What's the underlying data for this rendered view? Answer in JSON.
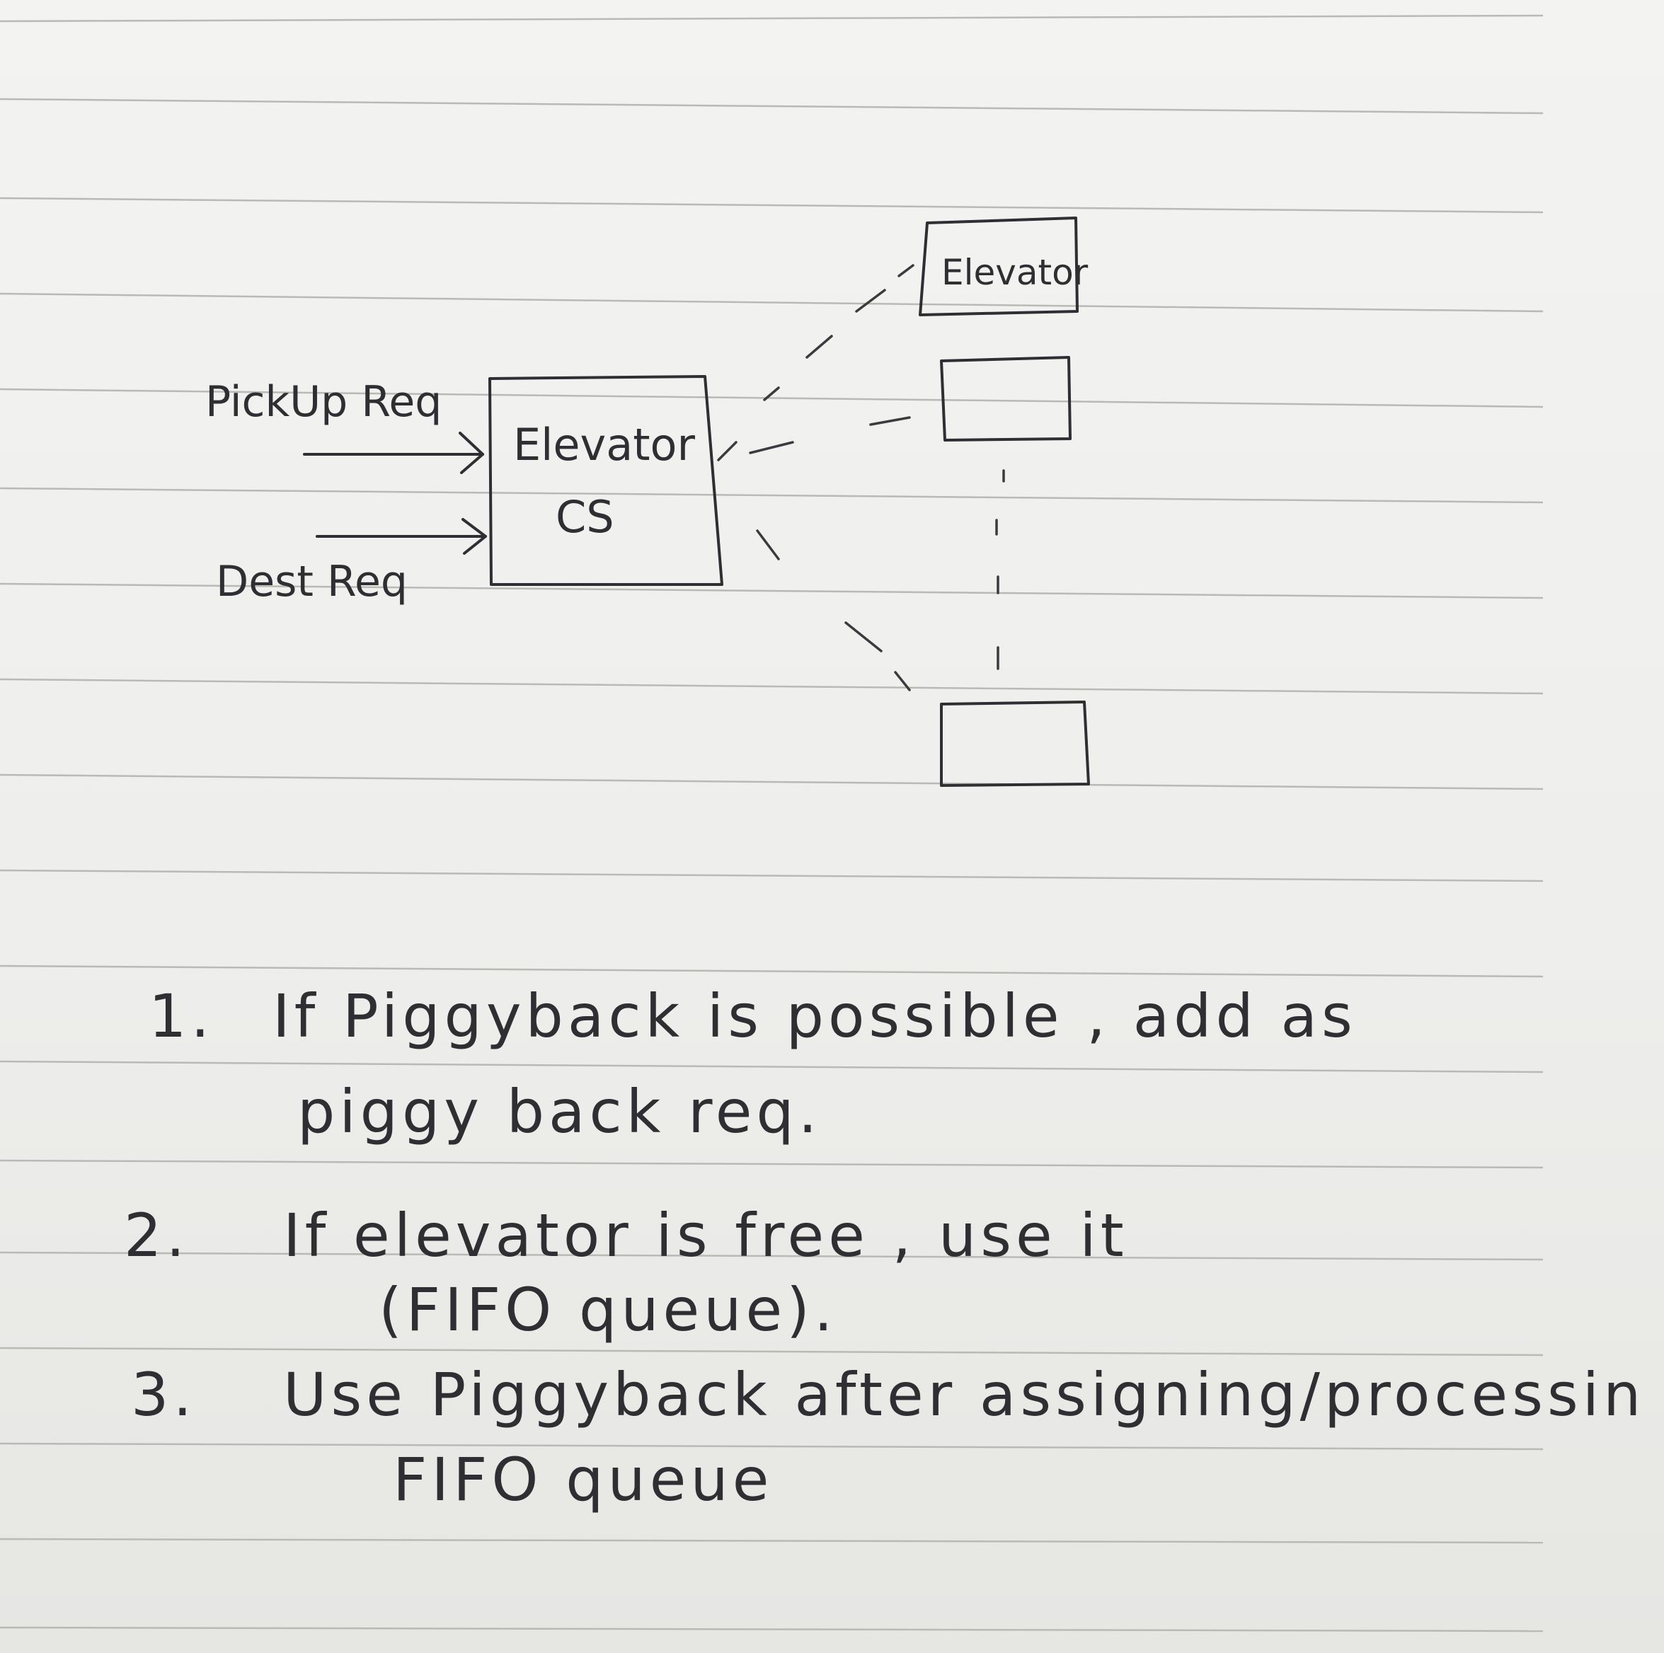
{
  "diagram": {
    "inputs": [
      {
        "label": "PickUp Req"
      },
      {
        "label": "Dest Req"
      }
    ],
    "controller": {
      "line1": "Elevator",
      "line2": "CS"
    },
    "elevators": [
      {
        "label": "Elevator"
      },
      {
        "label": ""
      },
      {
        "label": ""
      }
    ]
  },
  "notes": [
    {
      "number": "1.",
      "line1": "If Piggyback is possible , add as",
      "line2": "piggy back req."
    },
    {
      "number": "2.",
      "line1": "If elevator is free , use it",
      "line2": "(FIFO queue)."
    },
    {
      "number": "3.",
      "line1": "Use Piggyback after assigning/processin",
      "line2": "FIFO queue"
    }
  ]
}
